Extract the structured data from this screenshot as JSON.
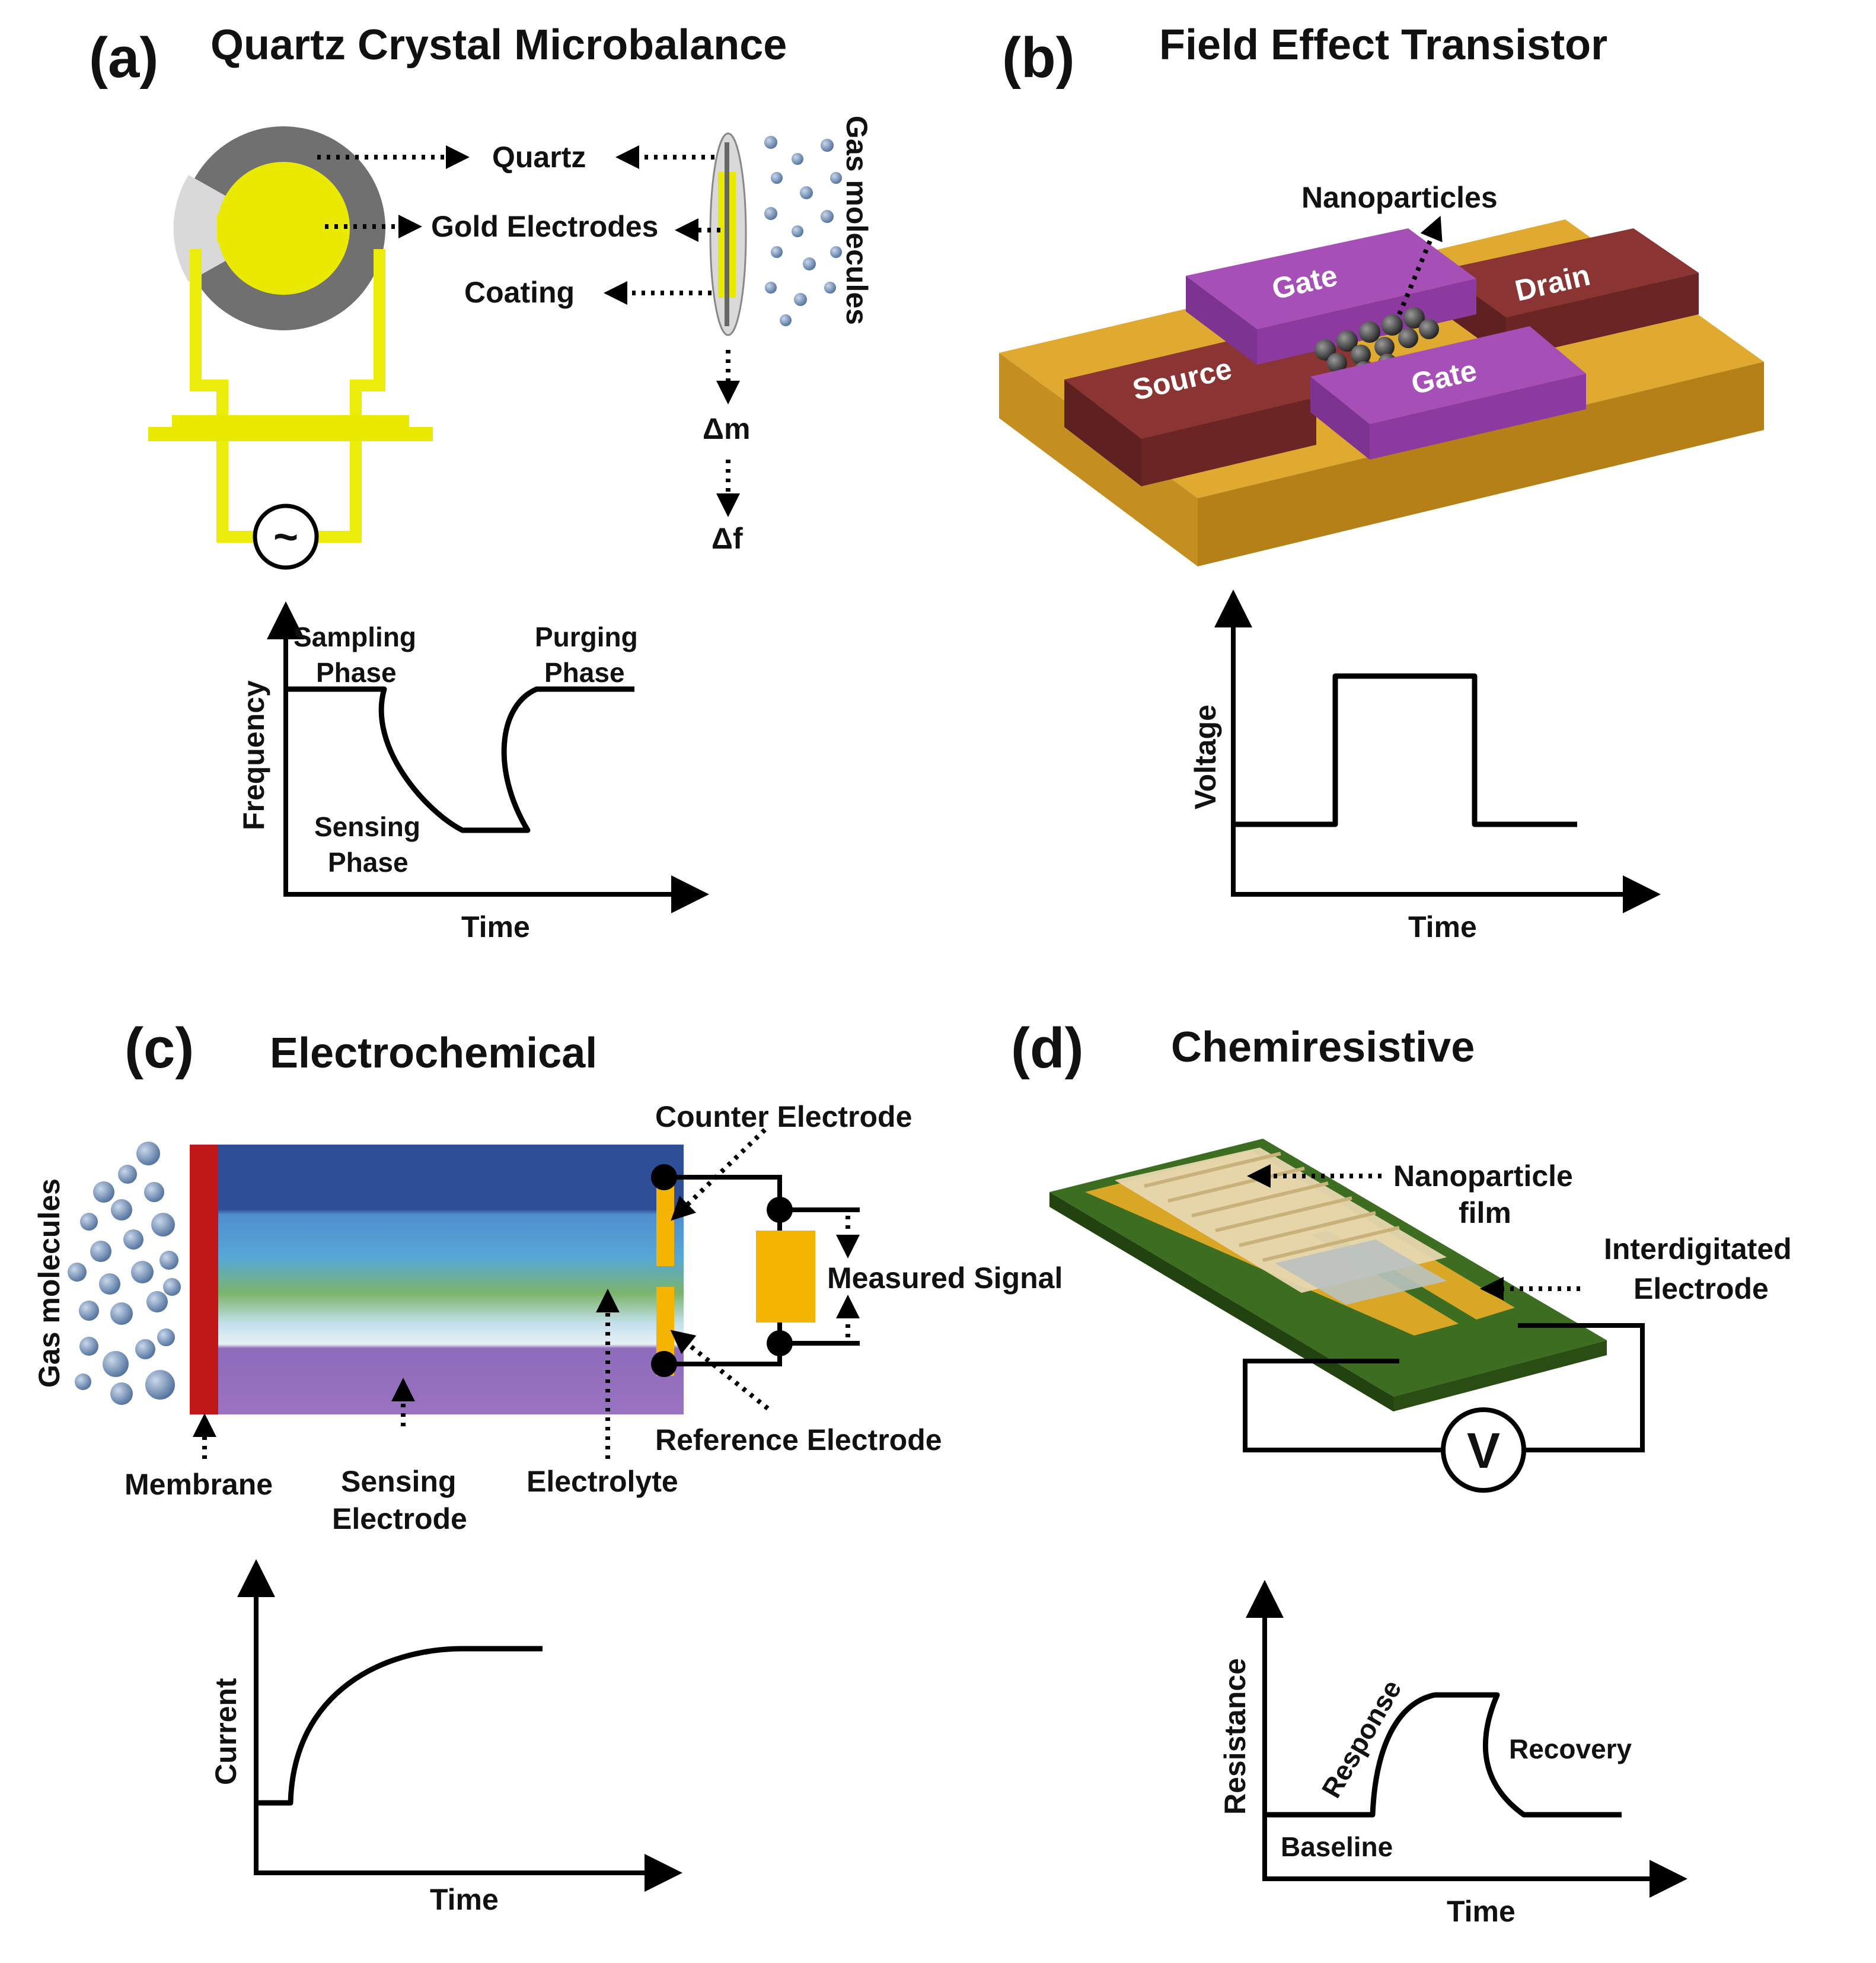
{
  "colors": {
    "gold": "#eaea00",
    "quartz_dark": "#6e6e6e",
    "quartz_light": "#d9d9d9",
    "substrate": "#d7a22b",
    "gate": "#a14bb0",
    "source_drain": "#7a2c2c",
    "membrane": "#c01818",
    "electrode_orange": "#f5b400",
    "gas_molecule": "#6f8fb8",
    "pcb_green": "#2f5a19"
  },
  "panel_a": {
    "letter": "(a)",
    "title": "Quartz Crystal Microbalance",
    "labels": {
      "quartz": "Quartz",
      "gold_electrodes": "Gold Electrodes",
      "coating": "Coating",
      "gas_molecules": "Gas molecules",
      "delta_m": "Δm",
      "delta_f": "Δf",
      "ac_source": "~"
    },
    "graph": {
      "ylabel": "Frequency",
      "xlabel": "Time",
      "sampling": [
        "Sampling",
        "Phase"
      ],
      "sensing": [
        "Sensing",
        "Phase"
      ],
      "purging": [
        "Purging",
        "Phase"
      ]
    }
  },
  "panel_b": {
    "letter": "(b)",
    "title": "Field Effect Transistor",
    "labels": {
      "nanoparticles": "Nanoparticles",
      "gate_top": "Gate",
      "gate_bottom": "Gate",
      "drain": "Drain",
      "source": "Source"
    },
    "graph": {
      "ylabel": "Voltage",
      "xlabel": "Time"
    }
  },
  "panel_c": {
    "letter": "(c)",
    "title": "Electrochemical",
    "labels": {
      "gas_molecules": "Gas molecules",
      "counter_electrode": "Counter Electrode",
      "reference_electrode": "Reference Electrode",
      "measured_signal": "Measured Signal",
      "membrane": "Membrane",
      "sensing_electrode": [
        "Sensing",
        "Electrode"
      ],
      "electrolyte": "Electrolyte"
    },
    "graph": {
      "ylabel": "Current",
      "xlabel": "Time"
    }
  },
  "panel_d": {
    "letter": "(d)",
    "title": "Chemiresistive",
    "labels": {
      "nanoparticle_film": [
        "Nanoparticle",
        "film"
      ],
      "interdigitated_electrode": [
        "Interdigitated",
        "Electrode"
      ],
      "voltmeter": "V"
    },
    "graph": {
      "ylabel": "Resistance",
      "xlabel": "Time",
      "baseline": "Baseline",
      "response": "Response",
      "recovery": "Recovery"
    }
  }
}
